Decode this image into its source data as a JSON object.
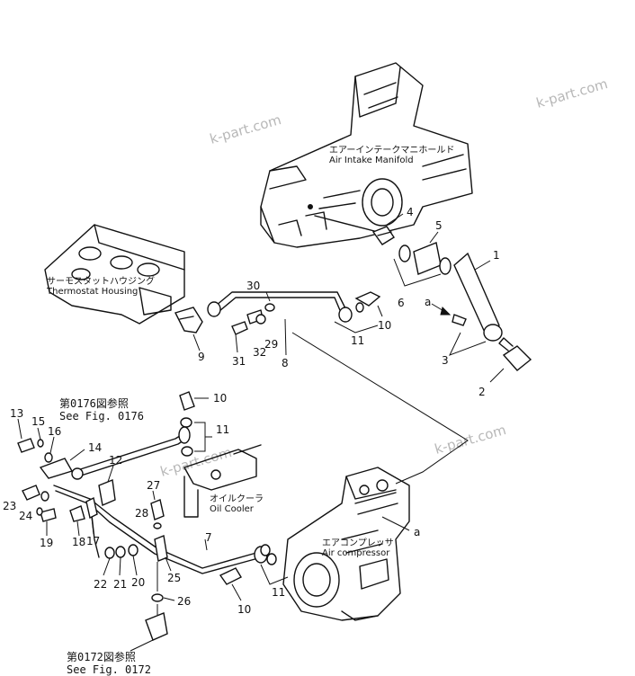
{
  "watermarks": [
    "k-part.com",
    "k-part.com",
    "k-part.com",
    "k-part.com"
  ],
  "labels": {
    "air_intake_jp": "エアーインテークマニホールド",
    "air_intake_en": "Air Intake Manifold",
    "thermostat_jp": "サーモスタットハウジング",
    "thermostat_en": "Thermostat Housing",
    "oil_cooler_jp": "オイルクーラ",
    "oil_cooler_en": "Oil Cooler",
    "compressor_jp": "エアコンプレッサ",
    "compressor_en": "Air compressor",
    "ref_top_jp": "第0176図参照",
    "ref_top_en": "See  Fig. 0176",
    "ref_bottom_jp": "第0172図参照",
    "ref_bottom_en": "See  Fig. 0172"
  },
  "callouts": {
    "p1": "1",
    "p2": "2",
    "p3": "3",
    "p4": "4",
    "p5": "5",
    "p6": "6",
    "p7": "7",
    "p8": "8",
    "p9": "9",
    "p10a": "10",
    "p10b": "10",
    "p10c": "10",
    "p11a": "11",
    "p11b": "11",
    "p11c": "11",
    "p12": "12",
    "p13": "13",
    "p14": "14",
    "p15": "15",
    "p16": "16",
    "p17": "17",
    "p18": "18",
    "p19": "19",
    "p20": "20",
    "p21": "21",
    "p22": "22",
    "p23": "23",
    "p24": "24",
    "p25": "25",
    "p26": "26",
    "p27": "27",
    "p28": "28",
    "p29": "29",
    "p30": "30",
    "p31": "31",
    "p32": "32",
    "ref_a1": "a",
    "ref_a2": "a"
  }
}
